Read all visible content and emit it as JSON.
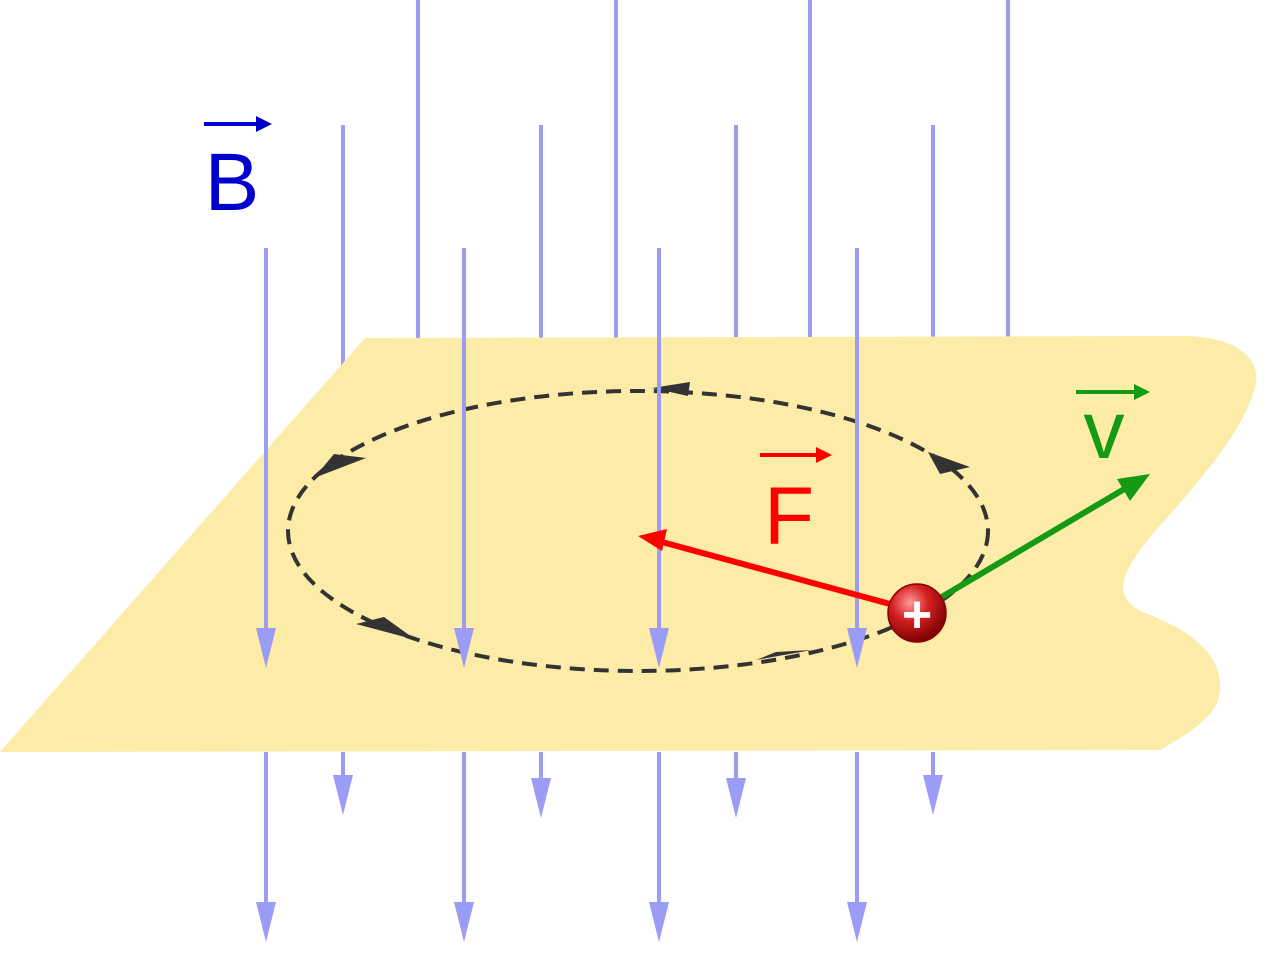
{
  "labels": {
    "magnetic_field": "B",
    "force": "F",
    "velocity": "v",
    "charge_sign": "+"
  },
  "colors": {
    "plane": "#fdeba8",
    "field_lines": "#9a9cf6",
    "orbit": "#333333",
    "force": "#ff0000",
    "velocity": "#159a15",
    "b_label": "#0000cc",
    "charge": "#c41a1a"
  }
}
